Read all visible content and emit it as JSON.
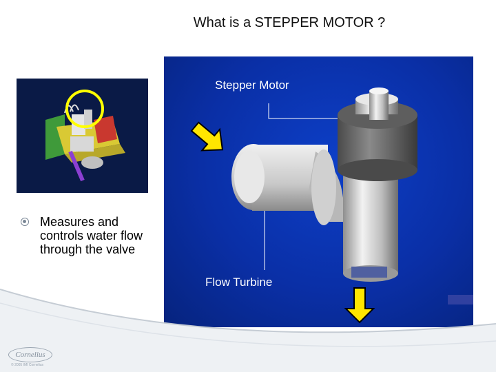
{
  "slide": {
    "title": "What is a STEPPER MOTOR ?",
    "bullet_text": "Measures and controls water flow through the valve",
    "label_stepper_motor": "Stepper Motor",
    "label_flow_turbine": "Flow Turbine"
  },
  "footer": {
    "logo_text": "Cornelius",
    "copyright": "© 2005 IMI Cornelius"
  },
  "colors": {
    "diagram_background": "#0a2fa6",
    "arrow": "#ffe600",
    "highlight_circle": "#ffff00"
  },
  "icons": {
    "bullet": "target-bullet-icon",
    "arrows": [
      "arrow-down-right-icon",
      "arrow-down-icon"
    ]
  }
}
